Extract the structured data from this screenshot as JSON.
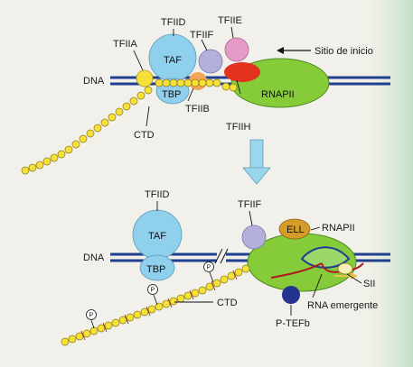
{
  "top": {
    "labels": {
      "tfiid": "TFIID",
      "tfiie": "TFIIE",
      "tfiif": "TFIIF",
      "tfiia": "TFIIA",
      "taf": "TAF",
      "dna": "DNA",
      "tbp": "TBP",
      "tfiib": "TFIIB",
      "rnapii": "RNAPII",
      "tfiih": "TFIIH",
      "ctd": "CTD",
      "start_site": "Sitio de inicio"
    }
  },
  "bottom": {
    "labels": {
      "tfiid": "TFIID",
      "tfiif": "TFIIF",
      "ell": "ELL",
      "rnapii": "RNAPII",
      "taf": "TAF",
      "dna": "DNA",
      "tbp": "TBP",
      "ctd": "CTD",
      "sii": "SII",
      "emergent_rna": "RNA emergente",
      "ptefb": "P-TEFb",
      "phospho": "P"
    }
  },
  "colors": {
    "background": "#f2f0ea",
    "dna": "#1f3f8f",
    "taf_tbp": "#8fd0ec",
    "rnapii": "#86cc3a",
    "tfiih": "#e2321e",
    "tfiie": "#e59ac7",
    "tfiif": "#b4b0dc",
    "tfiib": "#f4a35a",
    "ctd_bead": "#f6e13a",
    "ell": "#d59c2a",
    "ptefb": "#23338f",
    "rna": "#b01820",
    "arrow": "#9cd6ec",
    "right_edge_shade": "#bfe0c8"
  }
}
